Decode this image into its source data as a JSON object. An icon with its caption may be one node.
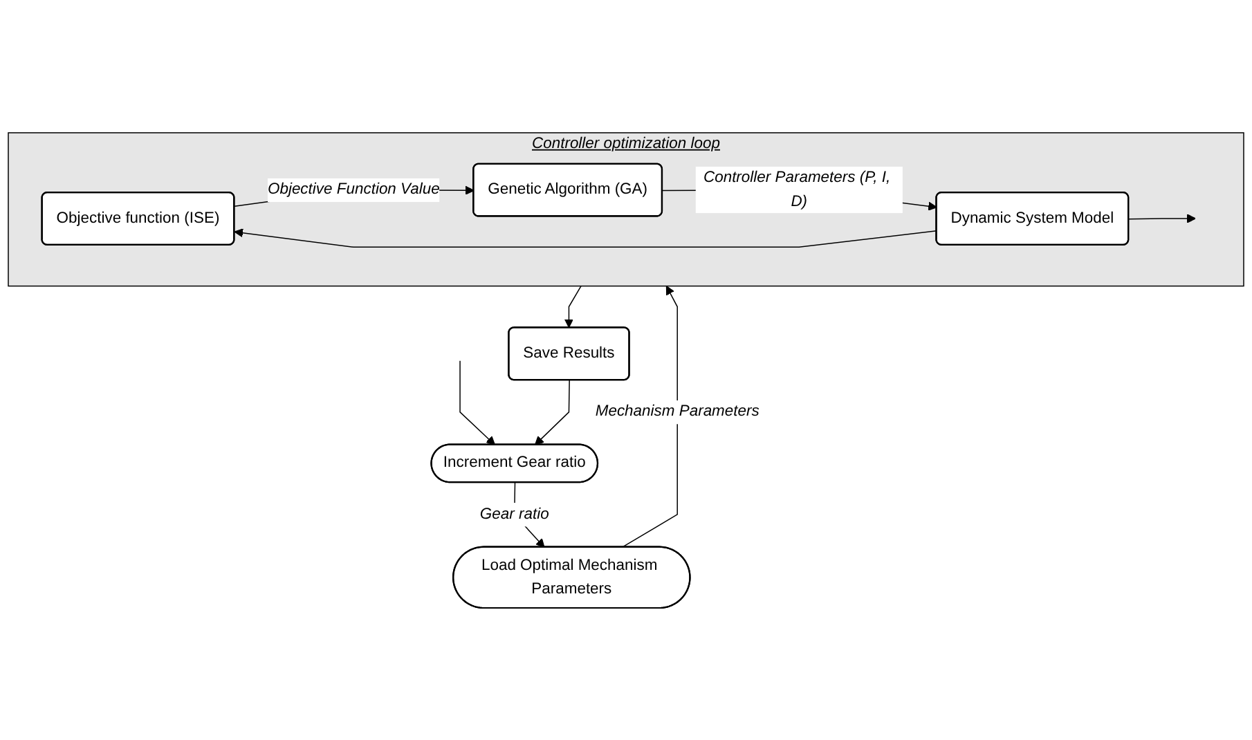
{
  "diagram": {
    "nodes": [
      {
        "text": [
          "Increment Gear ratio"
        ]
      },
      {
        "text": [
          "Load Optimal Mechanism Parameters"
        ]
      },
      {
        "text": [
          "Controller optimization loop"
        ]
      },
      {
        "text": [
          "Objective function (ISE)"
        ],
        "in": 2
      },
      {
        "text": [
          "Genetic Algorithm (GA)"
        ],
        "in": 2
      },
      {
        "text": [
          "Dynamic System Model"
        ],
        "in": 2
      },
      {
        "text": [
          "Save Results"
        ]
      }
    ],
    "edges": [
      {
        "from": null,
        "to": 0,
        "arrow": "to"
      },
      {
        "from": 0,
        "to": 1,
        "arrow": "to",
        "label": "Gear ratio"
      },
      {
        "from": 1,
        "to": 2,
        "arrow": "to",
        "label": "Mechanism Parameters"
      },
      {
        "from": 3,
        "to": 4,
        "arrow": "to",
        "label": "Objective Function Value"
      },
      {
        "from": 4,
        "to": 5,
        "arrow": "to",
        "label": "Controller Parameters (P, I, D)"
      },
      {
        "from": 5,
        "to": null,
        "arrow": "to"
      },
      {
        "from": 5,
        "to": 3,
        "arrow": "to"
      },
      {
        "from": 2,
        "to": 6,
        "arrow": "to"
      },
      {
        "from": 6,
        "to": 0,
        "arrow": "to"
      }
    ]
  }
}
